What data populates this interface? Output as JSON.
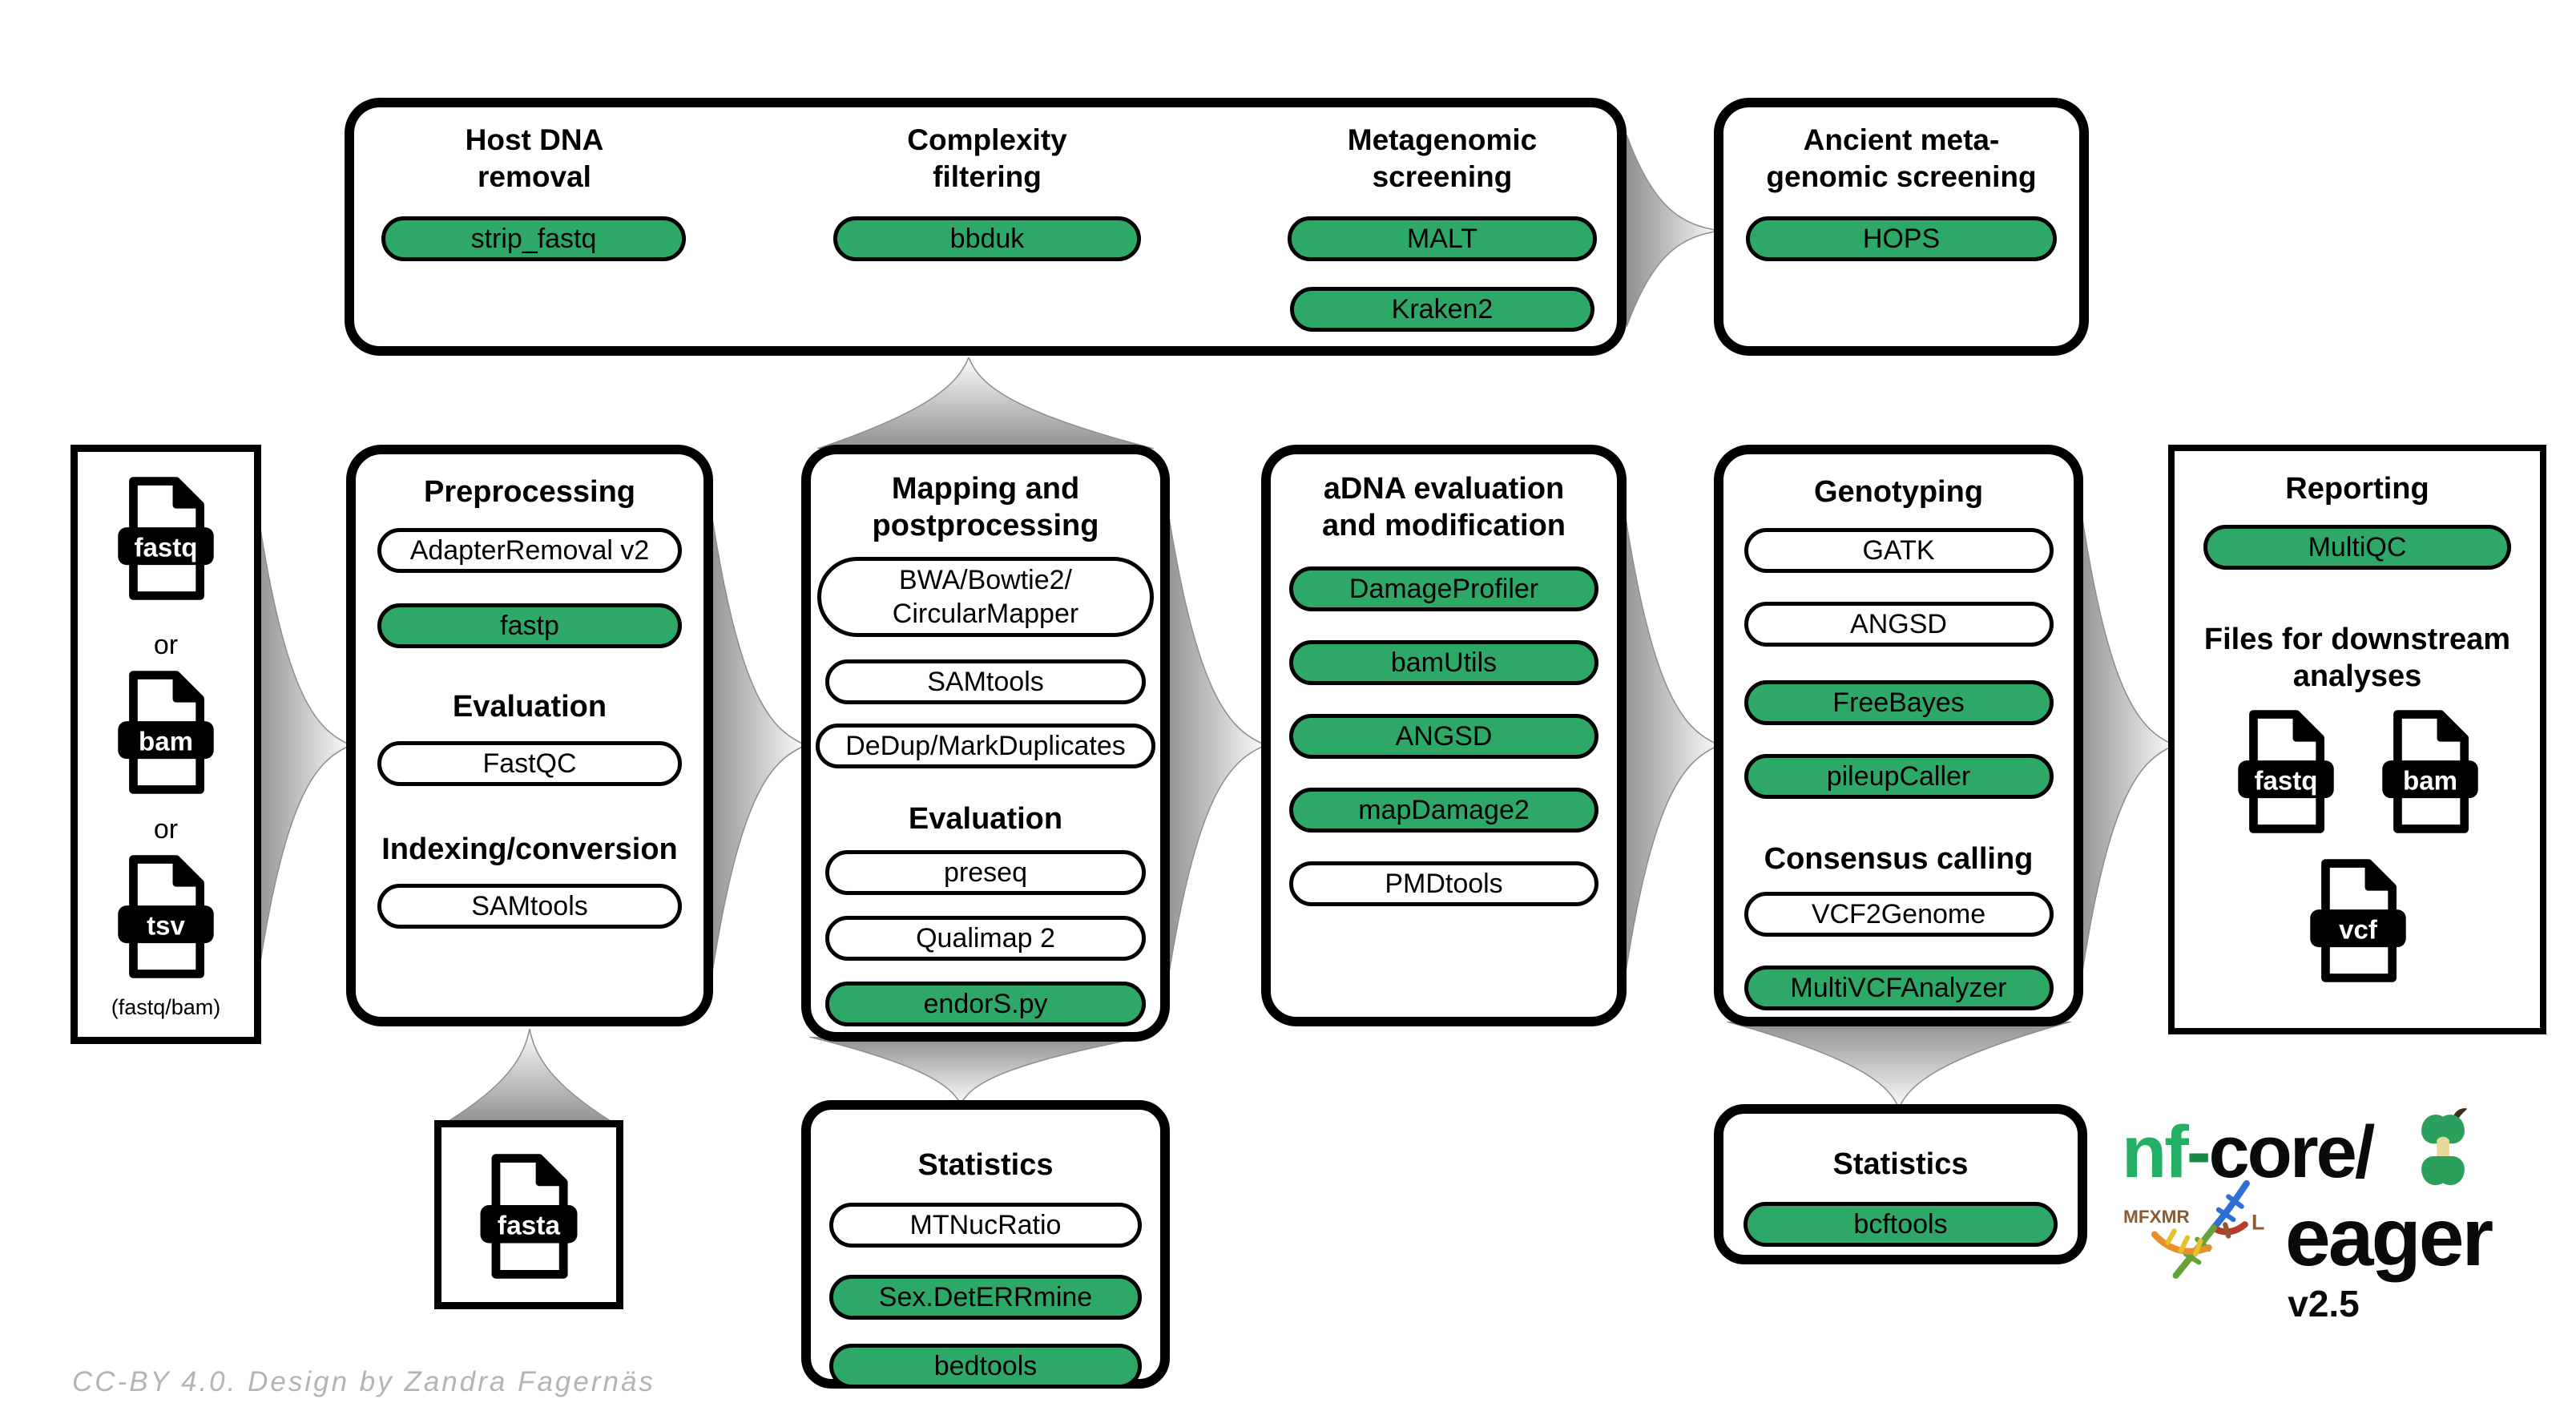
{
  "colors": {
    "tool_green": "#2ea866",
    "brand_green": "#24b064",
    "arrow_gray": "#8f8f8f"
  },
  "top": {
    "host": {
      "line1": "Host DNA",
      "line2": "removal",
      "tool": "strip_fastq"
    },
    "complexity": {
      "line1": "Complexity",
      "line2": "filtering",
      "tool": "bbduk"
    },
    "metagenomic": {
      "line1": "Metagenomic",
      "line2": "screening",
      "tool1": "MALT",
      "tool2": "Kraken2"
    },
    "ancient": {
      "line1": "Ancient meta-",
      "line2": "genomic screening",
      "tool": "HOPS"
    }
  },
  "input": {
    "file1": "fastq",
    "or1": "or",
    "file2": "bam",
    "or2": "or",
    "file3": "tsv",
    "note": "(fastq/bam)"
  },
  "preprocessing": {
    "title": "Preprocessing",
    "tool1": "AdapterRemoval v2",
    "tool2": "fastp",
    "heading1": "Evaluation",
    "tool3": "FastQC",
    "heading2": "Indexing/conversion",
    "tool4": "SAMtools"
  },
  "mapping": {
    "title1": "Mapping and",
    "title2": "postprocessing",
    "tool1a": "BWA/Bowtie2/",
    "tool1b": "CircularMapper",
    "tool2": "SAMtools",
    "tool3": "DeDup/MarkDuplicates",
    "heading": "Evaluation",
    "tool4": "preseq",
    "tool5": "Qualimap 2",
    "tool6": "endorS.py"
  },
  "adna": {
    "title1": "aDNA evaluation",
    "title2": "and modification",
    "tool1": "DamageProfiler",
    "tool2": "bamUtils",
    "tool3": "ANGSD",
    "tool4": "mapDamage2",
    "tool5": "PMDtools"
  },
  "genotyping": {
    "title": "Genotyping",
    "tool1": "GATK",
    "tool2": "ANGSD",
    "tool3": "FreeBayes",
    "tool4": "pileupCaller",
    "heading": "Consensus calling",
    "tool5": "VCF2Genome",
    "tool6": "MultiVCFAnalyzer"
  },
  "reporting": {
    "title": "Reporting",
    "tool1": "MultiQC",
    "heading1": "Files for downstream",
    "heading2": "analyses",
    "file1": "fastq",
    "file2": "bam",
    "file3": "vcf"
  },
  "fasta": {
    "file": "fasta"
  },
  "stats_mapping": {
    "title": "Statistics",
    "tool1": "MTNucRatio",
    "tool2": "Sex.DetERRmine",
    "tool3": "bedtools"
  },
  "stats_genotyping": {
    "title": "Statistics",
    "tool1": "bcftools"
  },
  "logo": {
    "nf": "nf",
    "dash": "-",
    "core": "core/",
    "eager": "eager",
    "version": "v2.5",
    "runes": "MFXMR",
    "rune_l": "L"
  },
  "footer": {
    "credit": "CC-BY 4.0. Design by Zandra Fagernäs"
  }
}
